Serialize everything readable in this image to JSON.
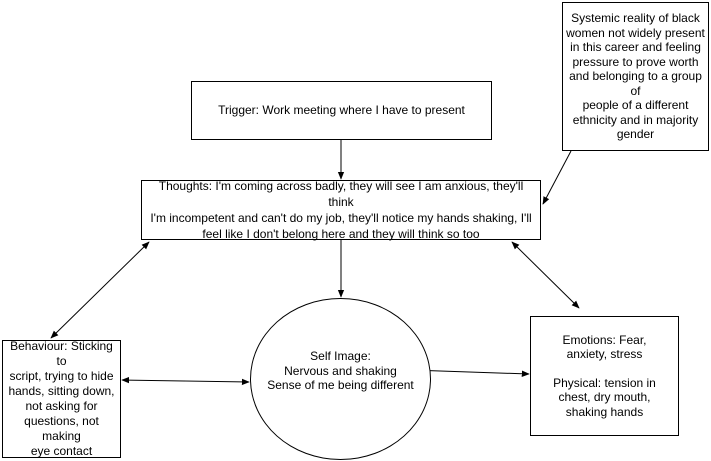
{
  "nodes": {
    "trigger": {
      "lines": [
        "Trigger: Work meeting where I have to present"
      ]
    },
    "systemic": {
      "lines": [
        "Systemic reality of black",
        "women not widely present",
        "in this career and feeling",
        "pressure to prove worth",
        "and belonging to a group of",
        "people of a different",
        "ethnicity and in majority",
        "gender"
      ]
    },
    "thoughts": {
      "lines": [
        "Thoughts: I'm coming across badly, they will see I am anxious, they'll think",
        "I'm incompetent and can't do my job, they'll notice my hands shaking, I'll",
        "feel like I don't belong here and they will think so too"
      ]
    },
    "behaviour": {
      "lines": [
        "Behaviour: Sticking to",
        "script, trying to hide",
        "hands, sitting down,",
        "not asking for",
        "questions, not making",
        "eye contact"
      ]
    },
    "self_image": {
      "lines": [
        "Self Image:",
        "Nervous and shaking",
        "Sense of me being different"
      ]
    },
    "emotions": {
      "lines": [
        "Emotions: Fear,",
        "anxiety, stress"
      ],
      "physical_lines": [
        "Physical: tension in",
        "chest, dry mouth,",
        "shaking hands"
      ]
    }
  },
  "colors": {
    "stroke": "#000000",
    "fill": "#ffffff",
    "text": "#000000"
  }
}
